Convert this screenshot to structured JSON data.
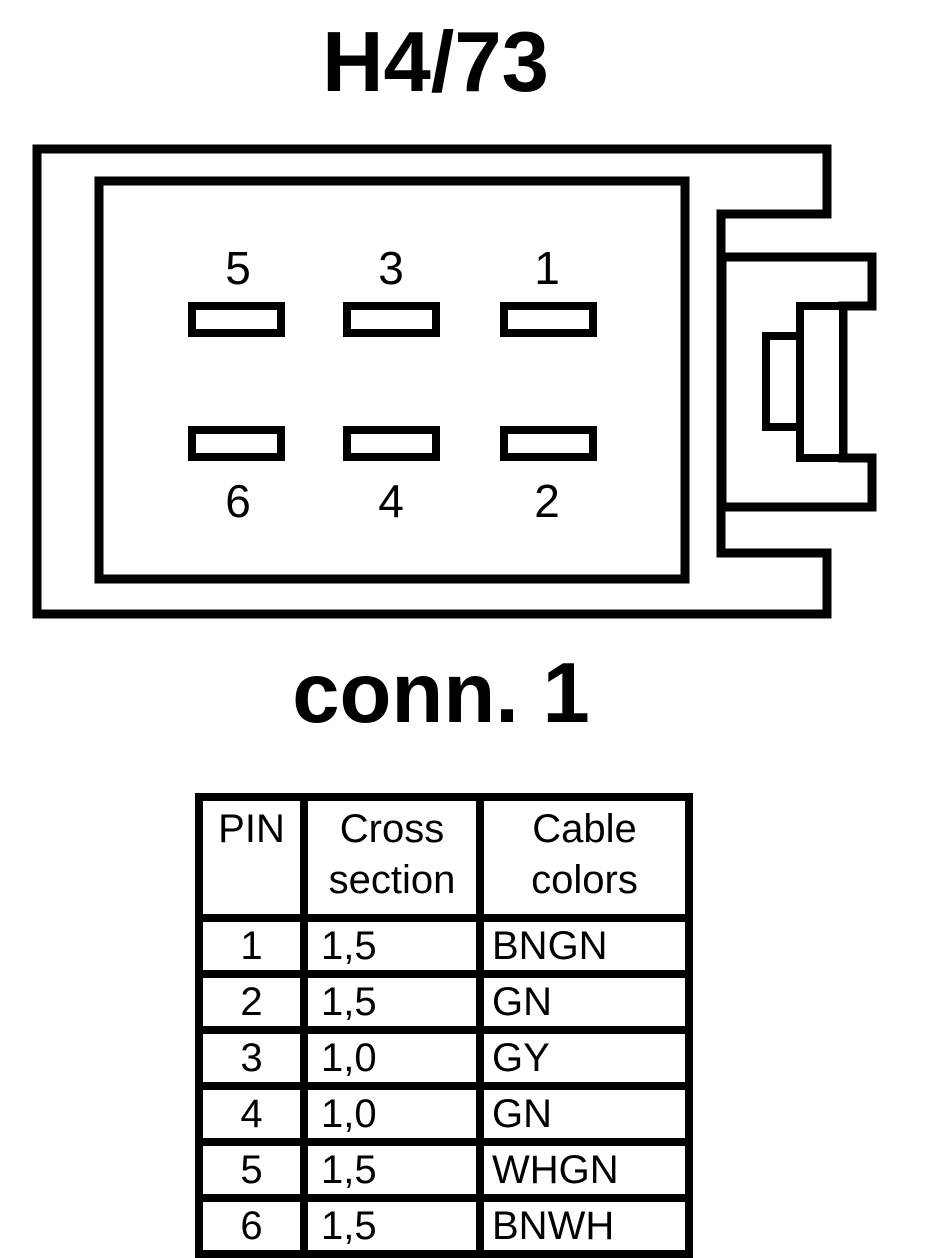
{
  "title": "H4/73",
  "caption": "conn. 1",
  "connector": {
    "pins_top_row": [
      "5",
      "3",
      "1"
    ],
    "pins_bottom_row": [
      "6",
      "4",
      "2"
    ]
  },
  "table": {
    "headers": [
      "PIN",
      "Cross section",
      "Cable colors"
    ],
    "rows": [
      {
        "pin": "1",
        "cross_section": "1,5",
        "cable_colors": "BNGN"
      },
      {
        "pin": "2",
        "cross_section": "1,5",
        "cable_colors": "GN"
      },
      {
        "pin": "3",
        "cross_section": "1,0",
        "cable_colors": "GY"
      },
      {
        "pin": "4",
        "cross_section": "1,0",
        "cable_colors": "GN"
      },
      {
        "pin": "5",
        "cross_section": "1,5",
        "cable_colors": "WHGN"
      },
      {
        "pin": "6",
        "cross_section": "1,5",
        "cable_colors": "BNWH"
      }
    ]
  },
  "colors": {
    "line": "#000000",
    "background": "#ffffff"
  }
}
